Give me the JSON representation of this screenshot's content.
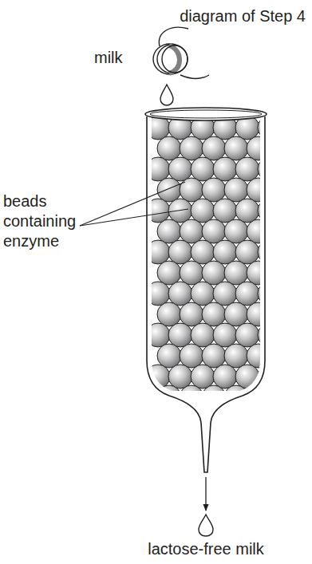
{
  "diagram": {
    "title": "diagram of Step 4",
    "labels": [
      "milk",
      "beads containing enzyme",
      "lactose-free milk"
    ]
  }
}
